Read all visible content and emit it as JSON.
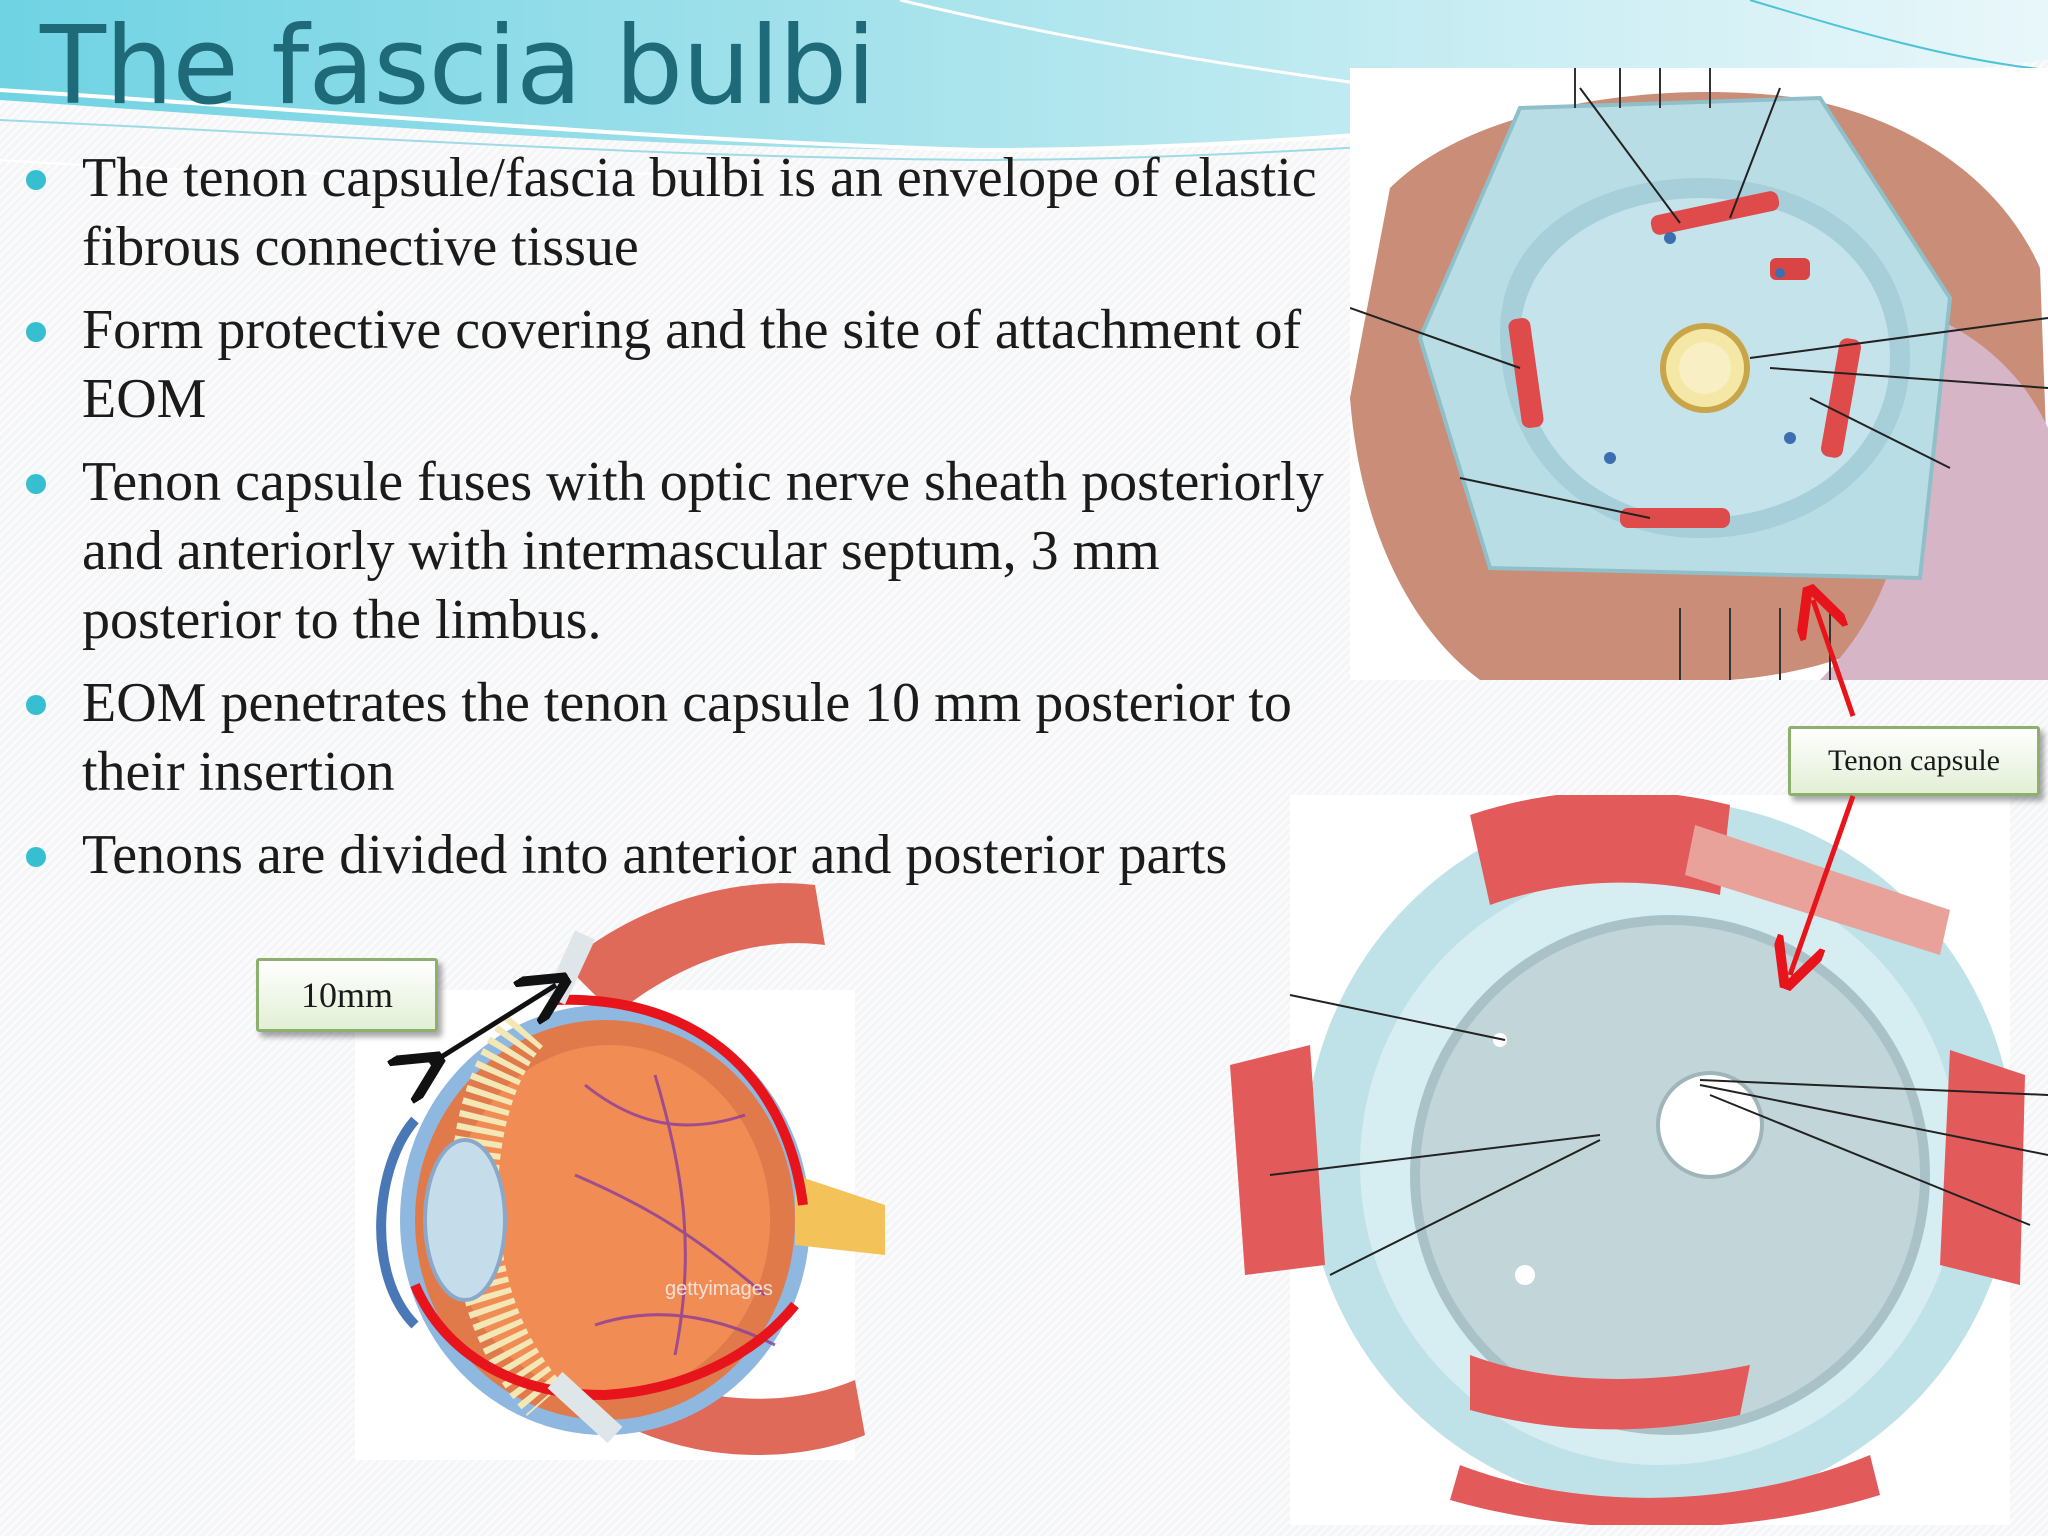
{
  "slide": {
    "title": "The fascia bulbi",
    "bullets": [
      "The tenon capsule/fascia bulbi is an  envelope of elastic fibrous connective tissue",
      "Form protective covering and the site of attachment of EOM",
      "Tenon capsule fuses with optic nerve sheath posteriorly and anteriorly with intermascular septum,  3 mm posterior to the limbus.",
      "EOM penetrates the tenon capsule 10 mm posterior to their insertion",
      "Tenons are divided into anterior and posterior parts"
    ]
  },
  "labels": {
    "distance": "10mm",
    "tenon": "Tenon capsule"
  },
  "watermarks": {
    "getty": "gettyimages"
  },
  "colors": {
    "title": "#1f6a78",
    "bullet_dot": "#36bfd1",
    "tenon_red": "#e8141b",
    "label_border": "#8db06f"
  }
}
